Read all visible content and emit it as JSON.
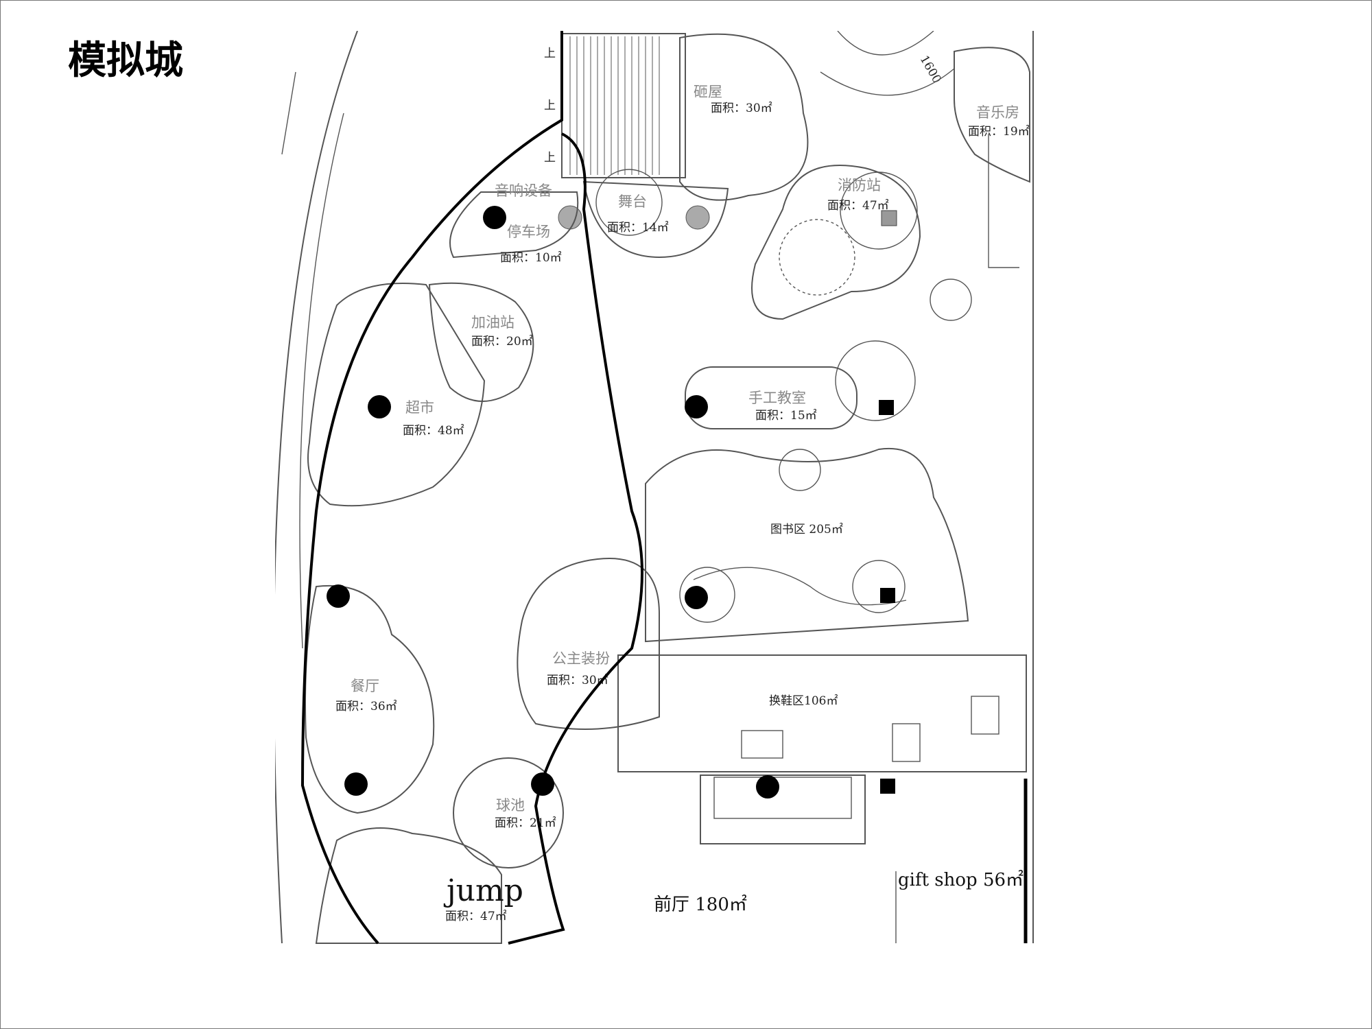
{
  "page": {
    "title": "模拟城"
  },
  "rooms": {
    "stone_house": {
      "name": "砸屋",
      "area": "面积：30㎡"
    },
    "music_room": {
      "name": "音乐房",
      "area": "面积：19㎡"
    },
    "sound_equipment": {
      "name": "音响设备"
    },
    "stage": {
      "name": "舞台",
      "area": "面积：14㎡"
    },
    "fire_station": {
      "name": "消防站",
      "area": "面积：47㎡"
    },
    "parking_area": {
      "name": "停车场",
      "area": "面积：10㎡"
    },
    "gas_station": {
      "name": "加油站",
      "area": "面积：20㎡"
    },
    "supermarket": {
      "name": "超市",
      "area": "面积：48㎡"
    },
    "craft_classroom": {
      "name": "手工教室",
      "area": "面积：15㎡"
    },
    "library": {
      "name": "图书区 205㎡"
    },
    "restaurant": {
      "name": "餐厅",
      "area": "面积：36㎡"
    },
    "princess_dressup": {
      "name": "公主装扮",
      "area": "面积：30㎡"
    },
    "shoe_change": {
      "name": "换鞋区106㎡"
    },
    "ball_pool": {
      "name": "球池",
      "area": "面积：21㎡"
    },
    "jump": {
      "name": "jump",
      "area": "面积：47㎡"
    },
    "lobby": {
      "name": "前厅 180㎡"
    },
    "gift_shop": {
      "name": "gift shop 56㎡"
    }
  },
  "dimension": "1600",
  "stair_labels": [
    "上",
    "上",
    "上"
  ],
  "colors": {
    "line": "#555555",
    "route": "#000000",
    "label_grey": "#888888"
  }
}
